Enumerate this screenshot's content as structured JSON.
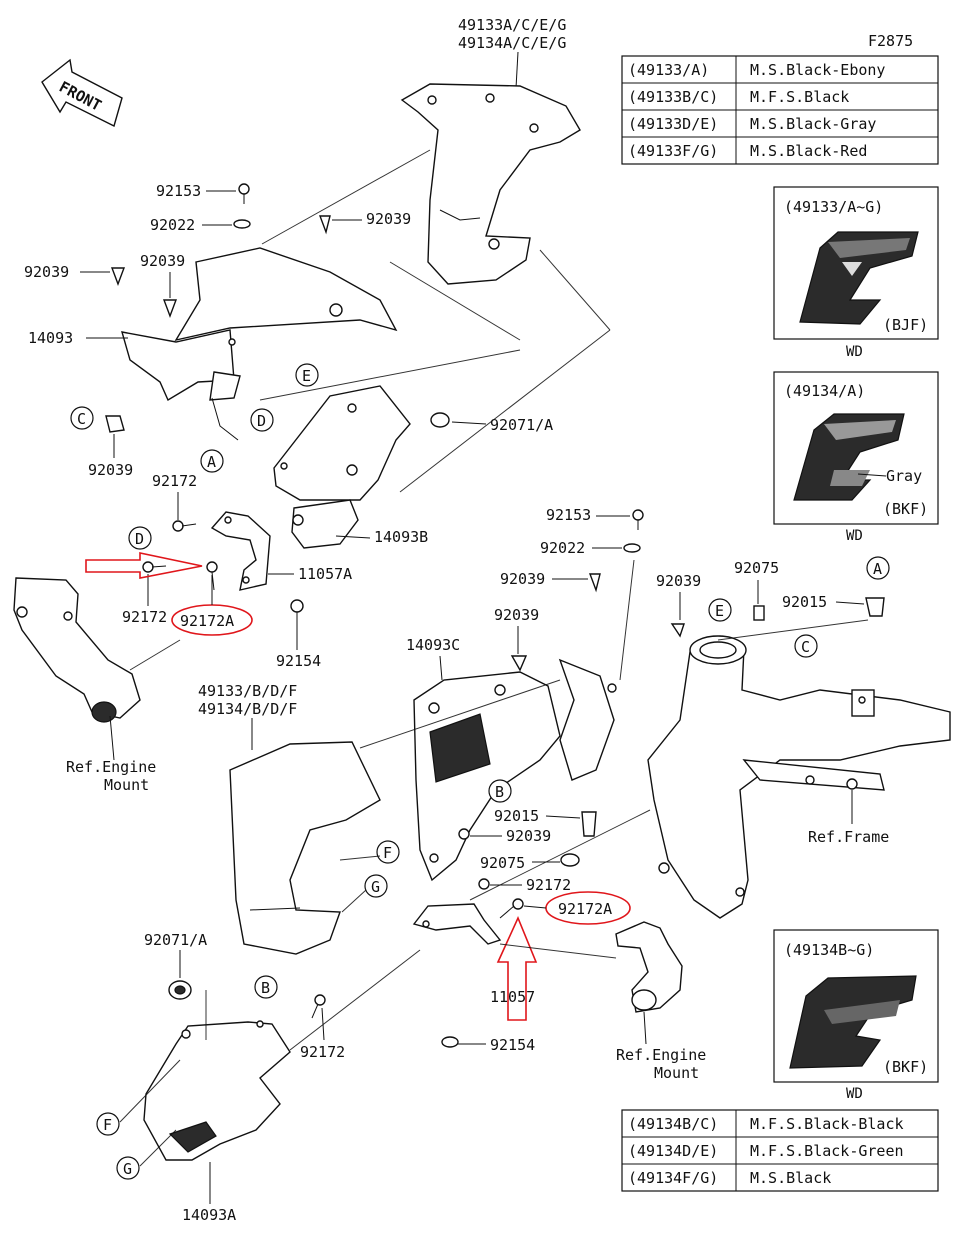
{
  "figure_code": "F2875",
  "front_arrow": "FRONT",
  "top_shroud_numbers": [
    "49133A/C/E/G",
    "49134A/C/E/G"
  ],
  "bottom_shroud_numbers": [
    "49133/B/D/F",
    "49134/B/D/F"
  ],
  "color_table_top": [
    {
      "code": "(49133/A)",
      "color": "M.S.Black-Ebony"
    },
    {
      "code": "(49133B/C)",
      "color": "M.F.S.Black"
    },
    {
      "code": "(49133D/E)",
      "color": "M.S.Black-Gray"
    },
    {
      "code": "(49133F/G)",
      "color": "M.S.Black-Red"
    }
  ],
  "color_table_bottom": [
    {
      "code": "(49134B/C)",
      "color": "M.F.S.Black-Black"
    },
    {
      "code": "(49134D/E)",
      "color": "M.F.S.Black-Green"
    },
    {
      "code": "(49134F/G)",
      "color": "M.S.Black"
    }
  ],
  "insets": [
    {
      "title": "(49133/A~G)",
      "code": "(BJF)",
      "note": "",
      "footer": "WD"
    },
    {
      "title": "(49134/A)",
      "code": "(BKF)",
      "note": "Gray",
      "footer": "WD"
    },
    {
      "title": "(49134B~G)",
      "code": "(BKF)",
      "note": "",
      "footer": "WD"
    }
  ],
  "part_labels": {
    "p92153_a": "92153",
    "p92022_a": "92022",
    "p92039_a": "92039",
    "p92039_b": "92039",
    "p92039_c": "92039",
    "p14093": "14093",
    "p92039_d": "92039",
    "p92172_a": "92172",
    "p92071a_a": "92071/A",
    "p14093b": "14093B",
    "p11057a": "11057A",
    "p92172_b": "92172",
    "p92172a_a": "92172A",
    "p92154_a": "92154",
    "p92153_b": "92153",
    "p92022_b": "92022",
    "p92039_e": "92039",
    "p92039_f": "92039",
    "p92075_a": "92075",
    "p92015_a": "92015",
    "p92039_g": "92039",
    "p14093c": "14093C",
    "p92015_b": "92015",
    "p92039_h": "92039",
    "p92075_b": "92075",
    "p92172_c": "92172",
    "p92172a_b": "92172A",
    "p11057": "11057",
    "p92154_b": "92154",
    "p92071a_b": "92071/A",
    "p92172_d": "92172",
    "p14093a": "14093A"
  },
  "references": {
    "engine_mount_1": "Ref.Engine",
    "engine_mount_1b": "Mount",
    "engine_mount_2": "Ref.Engine",
    "engine_mount_2b": "Mount",
    "frame": "Ref.Frame"
  },
  "callouts": [
    "A",
    "B",
    "C",
    "D",
    "E",
    "F",
    "G"
  ],
  "highlight_color": "#e0161b"
}
